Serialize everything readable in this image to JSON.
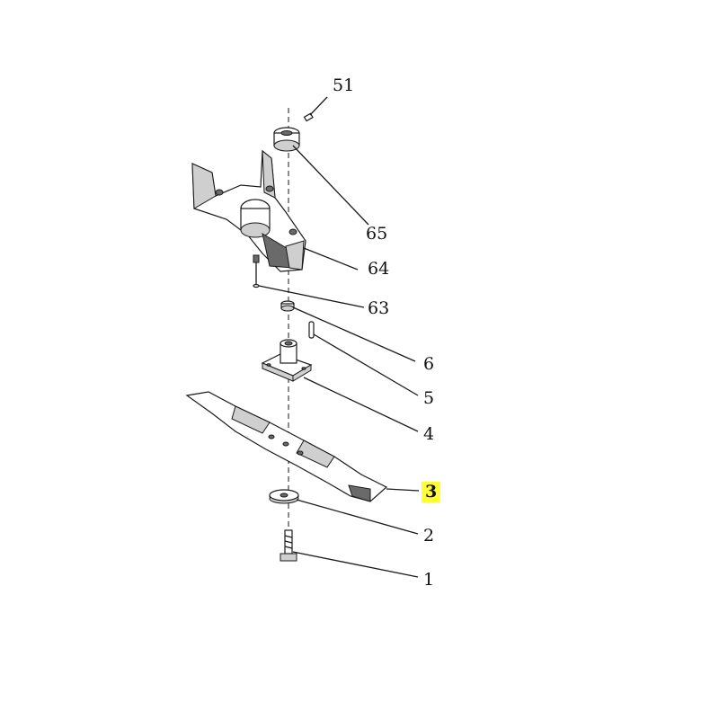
{
  "diagram": {
    "callouts": [
      {
        "id": "51",
        "label": "51",
        "highlighted": false
      },
      {
        "id": "65",
        "label": "65",
        "highlighted": false
      },
      {
        "id": "64",
        "label": "64",
        "highlighted": false
      },
      {
        "id": "63",
        "label": "63",
        "highlighted": false
      },
      {
        "id": "6",
        "label": "6",
        "highlighted": false
      },
      {
        "id": "5",
        "label": "5",
        "highlighted": false
      },
      {
        "id": "4",
        "label": "4",
        "highlighted": false
      },
      {
        "id": "3",
        "label": "3",
        "highlighted": true
      },
      {
        "id": "2",
        "label": "2",
        "highlighted": false
      },
      {
        "id": "1",
        "label": "1",
        "highlighted": false
      }
    ],
    "highlight_color": "#ffff33"
  }
}
